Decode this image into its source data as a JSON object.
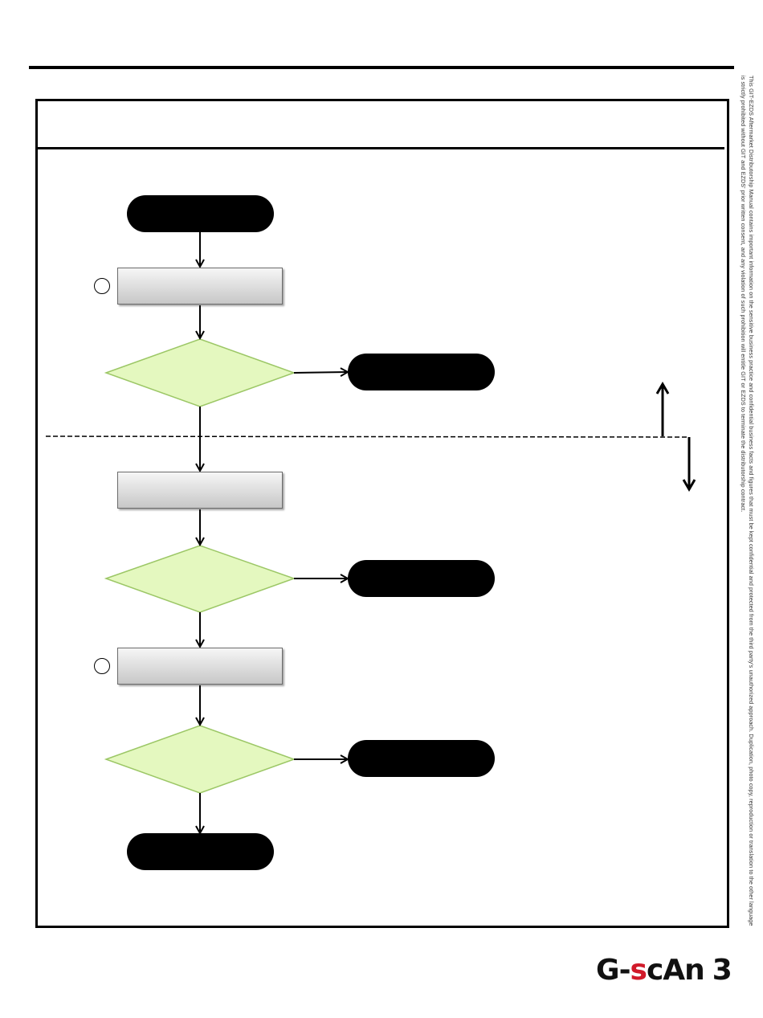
{
  "header": {
    "title": ""
  },
  "flowchart": {
    "start": "",
    "end": "",
    "steps": [
      "",
      "",
      ""
    ],
    "decisions": [
      "",
      "",
      ""
    ],
    "terminals": [
      "",
      "",
      ""
    ]
  },
  "colors": {
    "decision_fill": "#e4f8bf",
    "decision_stroke": "#9cc766",
    "terminal_fill": "#000000"
  },
  "disclaimer": "This GIT-EZDS Aftermarket Distributorship Manual contains important information on the sensitive business practice and confidential business facts and figures that must be kept confidential and protected from the third party's unauthorized approach. Duplication, photo copy, reproduction or translation to the other language is strictly prohibited without GIT and EZDS' prior written consent, and any violation of such prohibition will entitle GIT or EZDS to terminate the distributorship contract.",
  "logo": {
    "g": "G",
    "dash": "-",
    "s": "s",
    "rest": "cAn",
    "num": "3"
  }
}
